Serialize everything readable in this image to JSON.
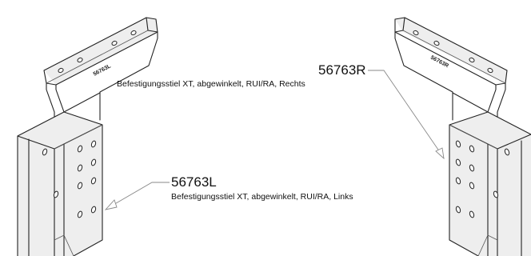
{
  "parts": [
    {
      "number": "56763L",
      "description": "Befestigungsstiel XT, abgewinkelt, RUI/RA, Links",
      "stamp": "56763L"
    },
    {
      "number": "56763R",
      "description": "Befestigungsstiel XT, abgewinkelt, RUI/RA, Rechts",
      "stamp": "56763R"
    }
  ]
}
